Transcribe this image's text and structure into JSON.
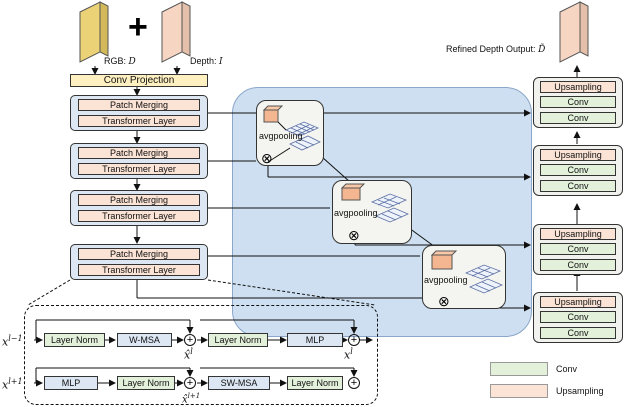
{
  "inputs": {
    "rgb_label": "RGB: ",
    "rgb_symbol": "D",
    "depth_label": "Depth: ",
    "depth_symbol": "I",
    "plus_symbol": "+"
  },
  "encoder": {
    "conv_projection": "Conv Projection",
    "stages": [
      {
        "patch_merging": "Patch Merging",
        "transformer_layer": "Transformer Layer"
      },
      {
        "patch_merging": "Patch Merging",
        "transformer_layer": "Transformer Layer"
      },
      {
        "patch_merging": "Patch Merging",
        "transformer_layer": "Transformer Layer"
      },
      {
        "patch_merging": "Patch Merging",
        "transformer_layer": "Transformer Layer"
      }
    ]
  },
  "pooling": {
    "label": "avgpooling",
    "multiply_symbol": "⊗"
  },
  "decoder": {
    "output_label": "Refined Depth Output: ",
    "output_symbol": "D̃",
    "stages": [
      {
        "upsampling": "Upsampling",
        "conv1": "Conv",
        "conv2": "Conv"
      },
      {
        "upsampling": "Upsampling",
        "conv1": "Conv",
        "conv2": "Conv"
      },
      {
        "upsampling": "Upsampling",
        "conv1": "Conv",
        "conv2": "Conv"
      },
      {
        "upsampling": "Upsampling",
        "conv1": "Conv",
        "conv2": "Conv"
      }
    ]
  },
  "transformer_detail": {
    "row1": {
      "input_symbol": "x",
      "input_sup": "l−1",
      "layer_norm_a": "Layer Norm",
      "msa": "W-MSA",
      "mid_symbol": "x̂",
      "mid_sup": "l",
      "layer_norm_b": "Layer Norm",
      "mlp": "MLP",
      "output_symbol": "x",
      "output_sup": "l"
    },
    "row2": {
      "input_symbol": "x",
      "input_sup": "l+1",
      "mlp": "MLP",
      "layer_norm_a": "Layer Norm",
      "msa": "SW-MSA",
      "layer_norm_b": "Layer Norm",
      "mid_symbol": "x̂",
      "mid_sup": "l+1"
    }
  },
  "legend": {
    "conv": "Conv",
    "upsampling": "Upsampling"
  },
  "colors": {
    "input_rgb": "#ecd277",
    "input_depth": "#f6d6c3",
    "conv_projection": "#fff0c2",
    "patch_box": "#fbe3d5",
    "conv_box": "#e3f1db",
    "encoder_block": "#dde7f3",
    "decoder_block": "#f1f1ee",
    "highlight_region": "#cddff0",
    "grid": "#5a6fa3"
  }
}
